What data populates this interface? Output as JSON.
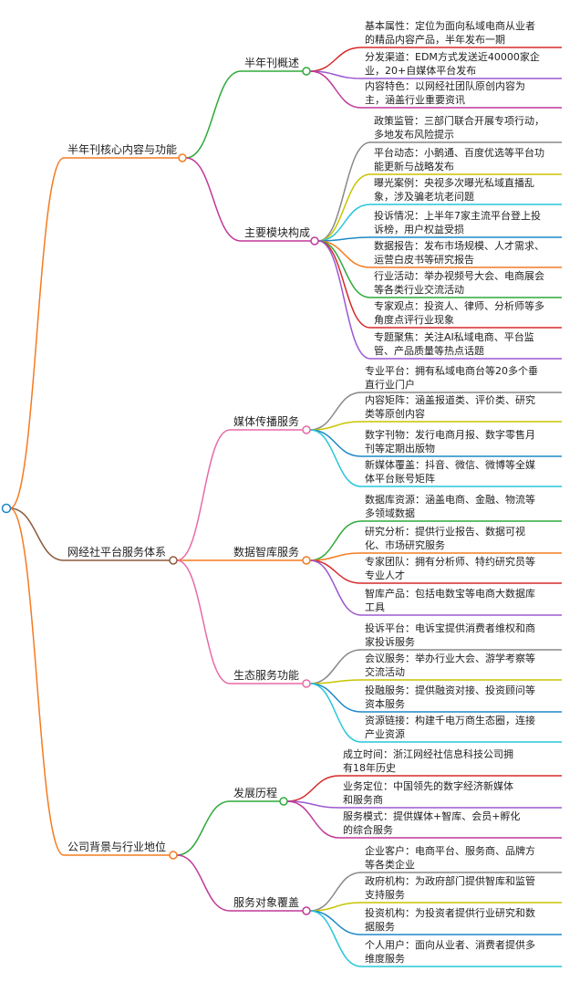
{
  "branches": [
    {
      "label": "半年刊核心内容与功能",
      "color": "#f47b20",
      "children": [
        {
          "label": "半年刊概述",
          "color": "#2eaa3a",
          "leaves": [
            {
              "lines": [
                "基本属性：定位为面向私域电商从业者",
                "的精品内容产品，半年发布一期"
              ],
              "color": "#d62a2a"
            },
            {
              "lines": [
                "分发渠道：EDM方式发送近40000家企",
                "业，20+自媒体平台发布"
              ],
              "color": "#9b59d0"
            },
            {
              "lines": [
                "内容特色：以网经社团队原创内容为",
                "主，涵盖行业重要资讯"
              ],
              "color": "#c0399a"
            }
          ]
        },
        {
          "label": "主要模块构成",
          "color": "#c0399a",
          "leaves": [
            {
              "lines": [
                "政策监管：三部门联合开展专项行动，",
                "多地发布风险提示"
              ],
              "color": "#888888"
            },
            {
              "lines": [
                "平台动态：小鹅通、百度优选等平台功",
                "能更新与战略发布"
              ],
              "color": "#c8c400"
            },
            {
              "lines": [
                "曝光案例：央视多次曝光私域直播乱",
                "象，涉及骗老坑老问题"
              ],
              "color": "#26c6da"
            },
            {
              "lines": [
                "投诉情况：上半年7家主流平台登上投",
                "诉榜，用户权益受损"
              ],
              "color": "#1e88c8"
            },
            {
              "lines": [
                "数据报告：发布市场规模、人才需求、",
                "运营白皮书等研究报告"
              ],
              "color": "#f47b20"
            },
            {
              "lines": [
                "行业活动：举办视频号大会、电商展会",
                "等各类行业交流活动"
              ],
              "color": "#2eaa3a"
            },
            {
              "lines": [
                "专家观点：投资人、律师、分析师等多",
                "角度点评行业现象"
              ],
              "color": "#d62a2a"
            },
            {
              "lines": [
                "专题聚焦：关注AI私域电商、平台监",
                "管、产品质量等热点话题"
              ],
              "color": "#9b59d0"
            }
          ]
        }
      ]
    },
    {
      "label": "网经社平台服务体系",
      "color": "#8d5a3c",
      "children": [
        {
          "label": "媒体传播服务",
          "color": "#e86aa8",
          "leaves": [
            {
              "lines": [
                "专业平台：拥有私域电商台等20多个垂",
                "直行业门户"
              ],
              "color": "#888888"
            },
            {
              "lines": [
                "内容矩阵：涵盖报道类、评价类、研究",
                "类等原创内容"
              ],
              "color": "#c8c400"
            },
            {
              "lines": [
                "数字刊物：发行电商月报、数字零售月",
                "刊等定期出版物"
              ],
              "color": "#1e88c8"
            },
            {
              "lines": [
                "新媒体覆盖：抖音、微信、微博等全媒",
                "体平台账号矩阵"
              ],
              "color": "#26c6da"
            }
          ]
        },
        {
          "label": "数据智库服务",
          "color": "#f47b20",
          "leaves": [
            {
              "lines": [
                "数据库资源：涵盖电商、金融、物流等",
                "多领域数据"
              ],
              "color": "#2eaa3a"
            },
            {
              "lines": [
                "研究分析：提供行业报告、数据可视",
                "化、市场研究服务"
              ],
              "color": "#f47b20"
            },
            {
              "lines": [
                "专家团队：拥有分析师、特约研究员等",
                "专业人才"
              ],
              "color": "#d62a2a"
            },
            {
              "lines": [
                "智库产品：包括电数宝等电商大数据库",
                "工具"
              ],
              "color": "#9b59d0"
            }
          ]
        },
        {
          "label": "生态服务功能",
          "color": "#e86aa8",
          "leaves": [
            {
              "lines": [
                "投诉平台：电诉宝提供消费者维权和商",
                "家投诉服务"
              ],
              "color": "#888888"
            },
            {
              "lines": [
                "会议服务：举办行业大会、游学考察等",
                "交流活动"
              ],
              "color": "#c8c400"
            },
            {
              "lines": [
                "投融服务：提供融资对接、投资顾问等",
                "资本服务"
              ],
              "color": "#1e88c8"
            },
            {
              "lines": [
                "资源链接：构建千电万商生态圈，连接",
                "产业资源"
              ],
              "color": "#26c6da"
            }
          ]
        }
      ]
    },
    {
      "label": "公司背景与行业地位",
      "color": "#f47b20",
      "children": [
        {
          "label": "发展历程",
          "color": "#2eaa3a",
          "leaves": [
            {
              "lines": [
                "成立时间：浙江网经社信息科技公司拥",
                "有18年历史"
              ],
              "color": "#d62a2a"
            },
            {
              "lines": [
                "业务定位：中国领先的数字经济新媒体",
                "和服务商"
              ],
              "color": "#9b59d0"
            },
            {
              "lines": [
                "服务模式：提供媒体+智库、会员+孵化",
                "的综合服务"
              ],
              "color": "#c0399a"
            }
          ]
        },
        {
          "label": "服务对象覆盖",
          "color": "#c0399a",
          "leaves": [
            {
              "lines": [
                "企业客户：电商平台、服务商、品牌方",
                "等各类企业"
              ],
              "color": "#888888"
            },
            {
              "lines": [
                "政府机构：为政府部门提供智库和监管",
                "支持服务"
              ],
              "color": "#c8c400"
            },
            {
              "lines": [
                "投资机构：为投资者提供行业研究和数",
                "据服务"
              ],
              "color": "#1e88c8"
            },
            {
              "lines": [
                "个人用户：面向从业者、消费者提供多",
                "维度服务"
              ],
              "color": "#26c6da"
            }
          ]
        }
      ]
    }
  ]
}
